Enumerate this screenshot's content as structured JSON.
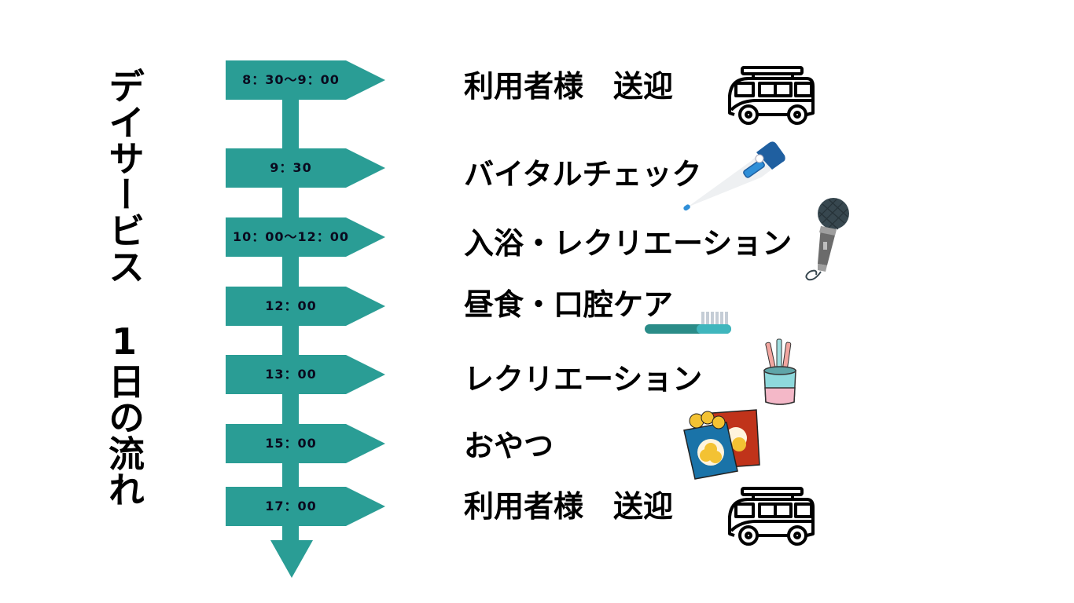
{
  "title": "デイサービス　1日の流れ",
  "colors": {
    "signboard": "#2a9d95",
    "text": "#000000",
    "time_text": "#0a0a1e"
  },
  "schedule": [
    {
      "time": "8：30〜9：00",
      "activity": "利用者様　送迎",
      "icon": "van-icon"
    },
    {
      "time": "9：30",
      "activity": "バイタルチェック",
      "icon": "thermometer-icon"
    },
    {
      "time": "10：00〜12：00",
      "activity": "入浴・レクリエーション",
      "icon": "microphone-icon"
    },
    {
      "time": "12：00",
      "activity": "昼食・口腔ケア",
      "icon": "toothbrush-icon"
    },
    {
      "time": "13：00",
      "activity": "レクリエーション",
      "icon": "pencil-cup-icon"
    },
    {
      "time": "15：00",
      "activity": "おやつ",
      "icon": "snack-bags-icon"
    },
    {
      "time": "17：00",
      "activity": "利用者様　送迎",
      "icon": "van-icon"
    }
  ]
}
